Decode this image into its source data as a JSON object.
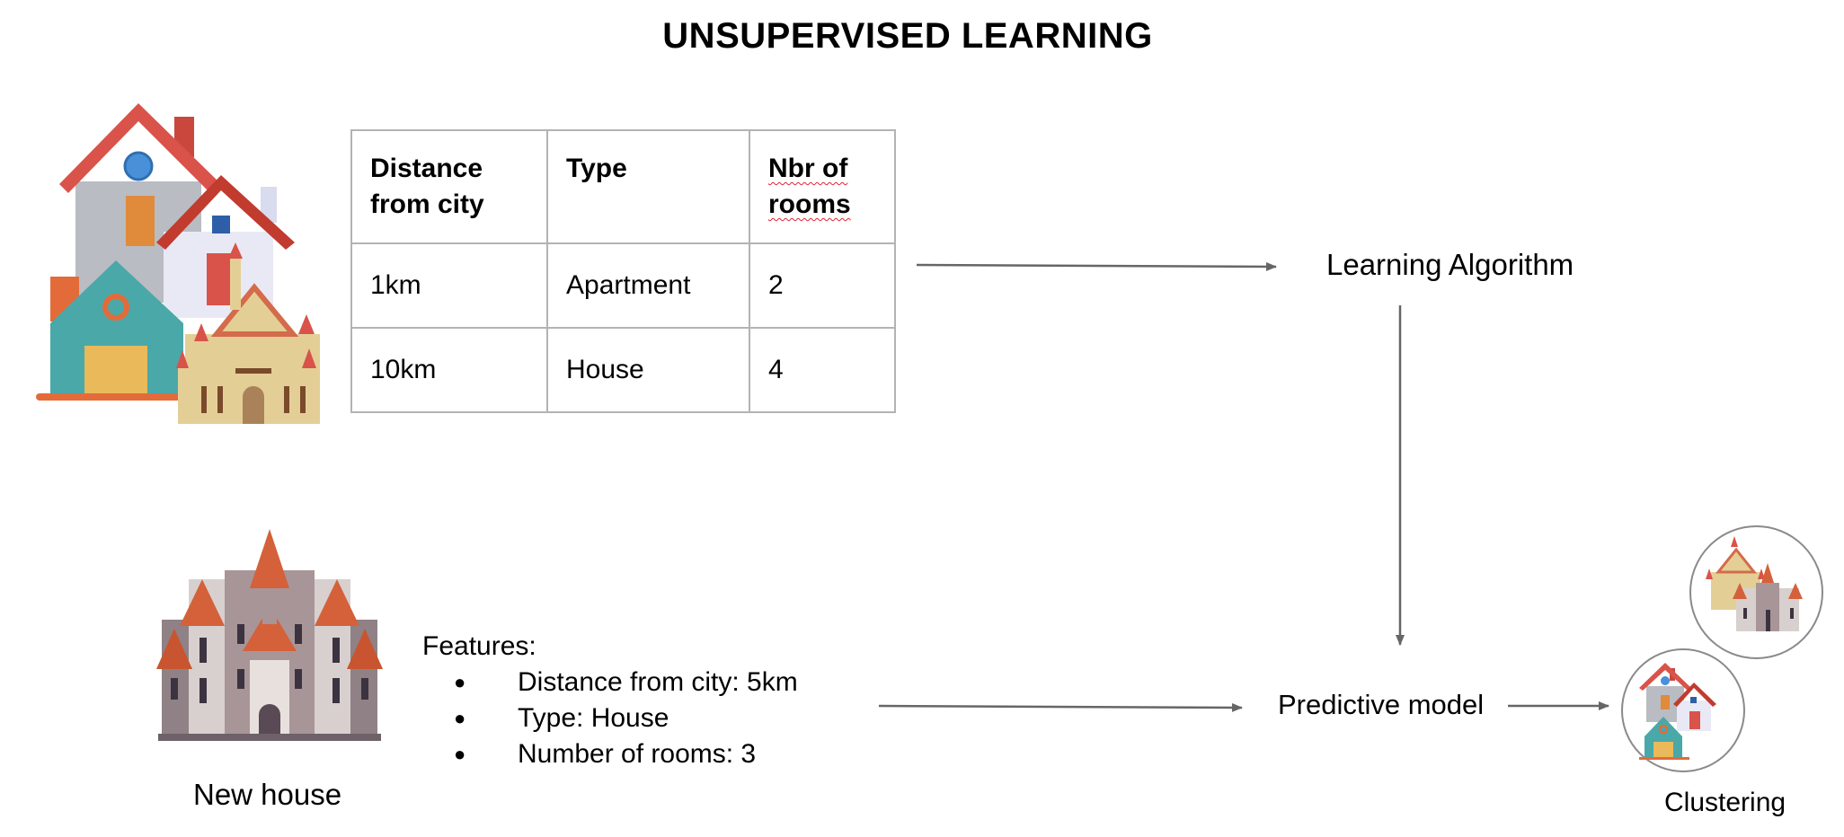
{
  "title": "UNSUPERVISED LEARNING",
  "table": {
    "headers": [
      "Distance from city",
      "Type",
      "Nbr of rooms"
    ],
    "rows": [
      [
        "1km",
        "Apartment",
        "2"
      ],
      [
        "10km",
        "House",
        "4"
      ]
    ]
  },
  "learning_algorithm": "Learning Algorithm",
  "predictive_model": "Predictive model",
  "new_house_label": "New house",
  "features": {
    "heading": "Features:",
    "items": [
      "Distance from city: 5km",
      "Type: House",
      "Number of rooms: 3"
    ]
  },
  "clustering_label": "Clustering",
  "icons": {
    "houses_group": "houses-group-icon",
    "new_house": "castle-icon",
    "cluster_castles": "castles-cluster-icon",
    "cluster_houses": "houses-cluster-icon"
  },
  "colors": {
    "arrow": "#666666",
    "table_border": "#b3b3b3"
  }
}
